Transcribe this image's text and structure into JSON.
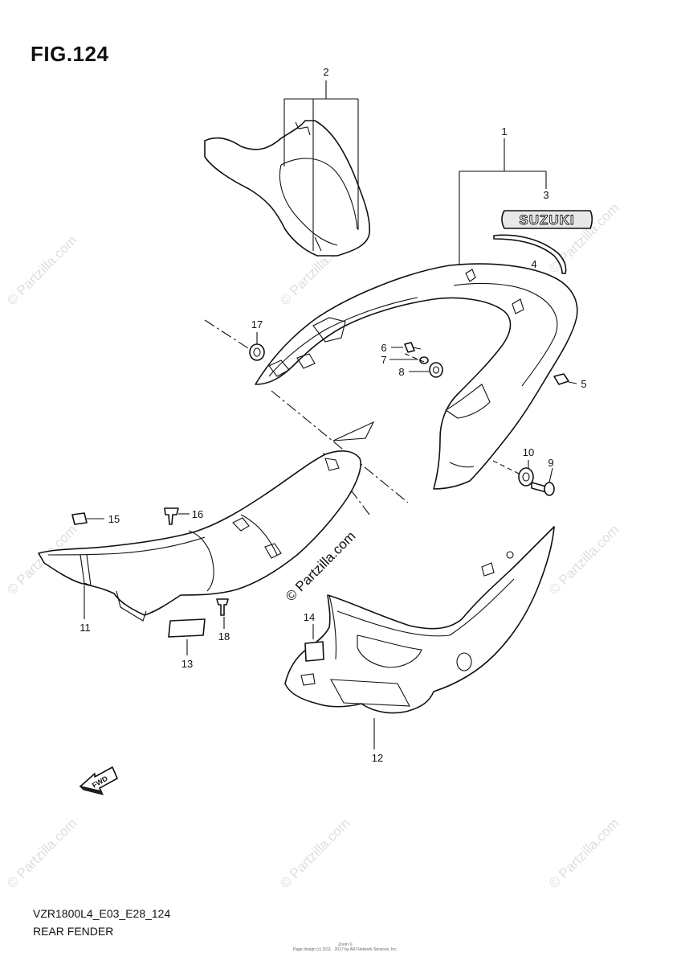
{
  "figure": {
    "title": "FIG.124",
    "model_code": "VZR1800L4_E03_E28_124",
    "section_name": "REAR FENDER",
    "copyright_line1": "Zoom ©",
    "copyright_line2": "Page design (c) 2011 - 2017 by ARI Network Services, Inc."
  },
  "watermark": {
    "text": "© Partzilla.com"
  },
  "badge": {
    "text": "SUZUKI"
  },
  "fwd_arrow": {
    "text": "FWD"
  },
  "callouts": [
    {
      "number": "1"
    },
    {
      "number": "2"
    },
    {
      "number": "3"
    },
    {
      "number": "4"
    },
    {
      "number": "5"
    },
    {
      "number": "6"
    },
    {
      "number": "7"
    },
    {
      "number": "8"
    },
    {
      "number": "9"
    },
    {
      "number": "10"
    },
    {
      "number": "11"
    },
    {
      "number": "12"
    },
    {
      "number": "13"
    },
    {
      "number": "14"
    },
    {
      "number": "15"
    },
    {
      "number": "16"
    },
    {
      "number": "17"
    },
    {
      "number": "18"
    }
  ]
}
